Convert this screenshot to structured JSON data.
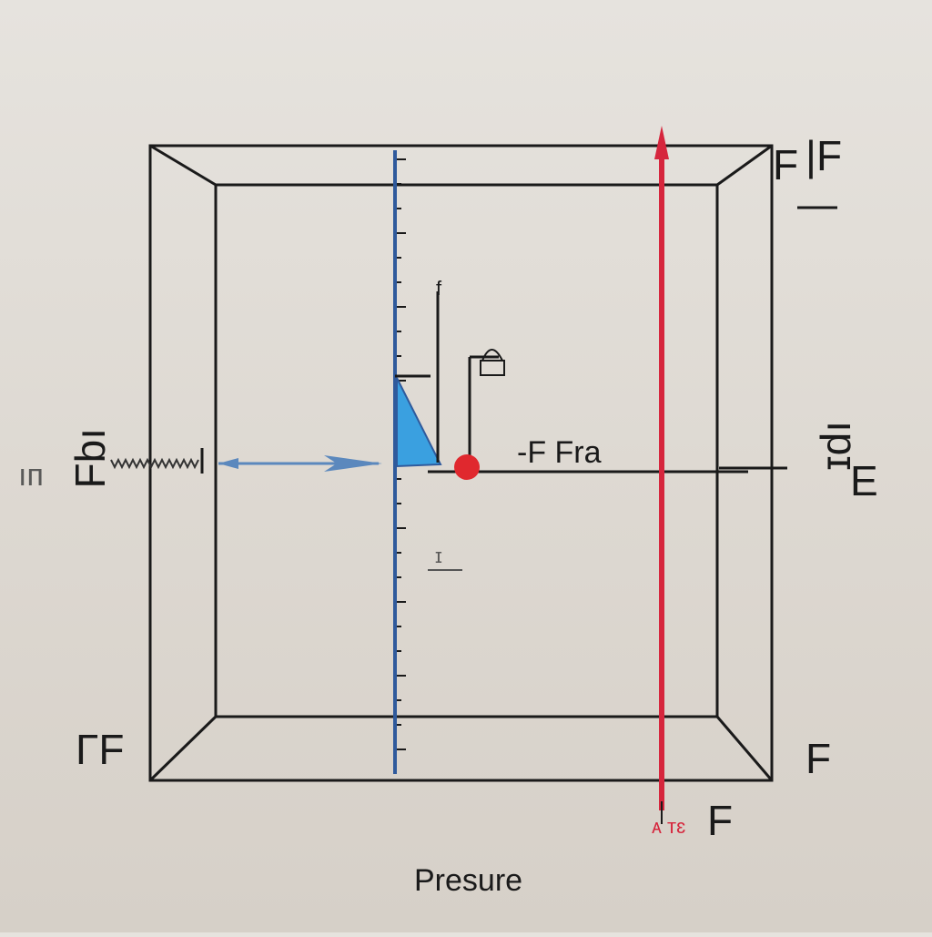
{
  "caption": "Presure",
  "labels": {
    "top_right_1": "F",
    "top_right_2": "|F",
    "left_mid_1": "ıп",
    "left_mid_2": "Fbı",
    "right_mid_1": "ɪdı",
    "right_mid_2": "E",
    "force_label": "-F Fra",
    "bottom_left": "ΓF",
    "bottom_right": "F",
    "bottom_red": "ᴀ тɛ",
    "bottom_red_F": "F",
    "small_f": "f",
    "small_mark": "ɪ"
  },
  "colors": {
    "background": "#e2ded8",
    "ink": "#1a1a1a",
    "red_rod": "#d6263d",
    "blue_ruler": "#2f5a9c",
    "blue_wedge": "#3aa0e0",
    "red_ball": "#e0282e",
    "blue_arrow": "#5b88bd"
  }
}
